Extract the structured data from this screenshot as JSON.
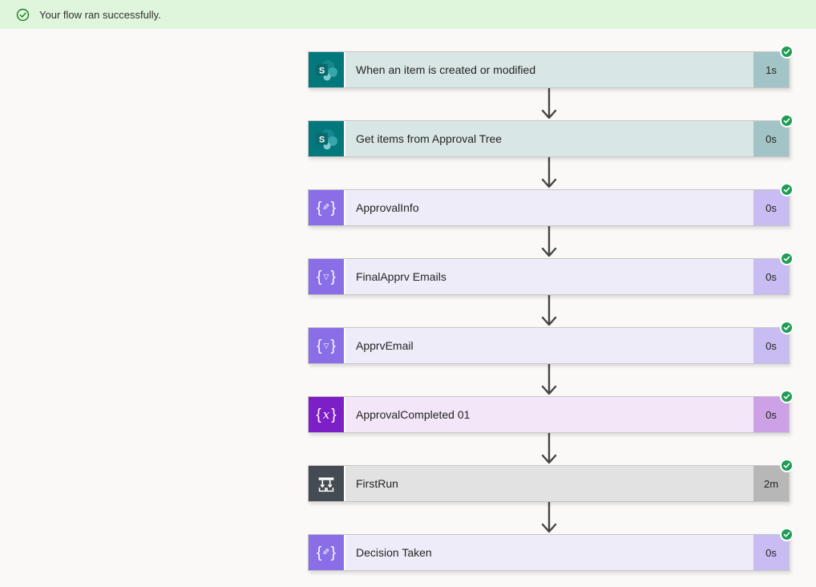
{
  "banner": {
    "message": "Your flow ran successfully.",
    "icon": "success-check-icon",
    "bg": "#dff6dd",
    "text_color": "#323130",
    "icon_color": "#107c10"
  },
  "flow": {
    "badge_color": "#1f9d55",
    "connector_color": "#454545",
    "themes": {
      "teal": {
        "iconbg": "#03787c",
        "body": "#d9e6e6",
        "durbg": "#a2c4c6"
      },
      "purple": {
        "iconbg": "#8a6ee8",
        "body": "#efecfa",
        "durbg": "#c8bcf2"
      },
      "violet": {
        "iconbg": "#7c1fc6",
        "body": "#f3e6f9",
        "durbg": "#cda1e6"
      },
      "gray": {
        "iconbg": "#454b52",
        "body": "#e2e2e2",
        "durbg": "#b7b7b7"
      }
    },
    "steps": [
      {
        "title": "When an item is created or modified",
        "duration": "1s",
        "icon": "sharepoint-icon",
        "theme": "teal",
        "status": "Succeeded"
      },
      {
        "title": "Get items from Approval Tree",
        "duration": "0s",
        "icon": "sharepoint-icon",
        "theme": "teal",
        "status": "Succeeded"
      },
      {
        "title": "ApprovalInfo",
        "duration": "0s",
        "icon": "compose-icon",
        "theme": "purple",
        "status": "Succeeded"
      },
      {
        "title": "FinalApprv Emails",
        "duration": "0s",
        "icon": "filter-array-icon",
        "theme": "purple",
        "status": "Succeeded"
      },
      {
        "title": "ApprvEmail",
        "duration": "0s",
        "icon": "filter-array-icon",
        "theme": "purple",
        "status": "Succeeded"
      },
      {
        "title": "ApprovalCompleted 01",
        "duration": "0s",
        "icon": "set-variable-icon",
        "theme": "violet",
        "status": "Succeeded"
      },
      {
        "title": "FirstRun",
        "duration": "2m",
        "icon": "condition-icon",
        "theme": "gray",
        "status": "Succeeded"
      },
      {
        "title": "Decision Taken",
        "duration": "0s",
        "icon": "compose-icon",
        "theme": "purple",
        "status": "Succeeded"
      }
    ]
  }
}
